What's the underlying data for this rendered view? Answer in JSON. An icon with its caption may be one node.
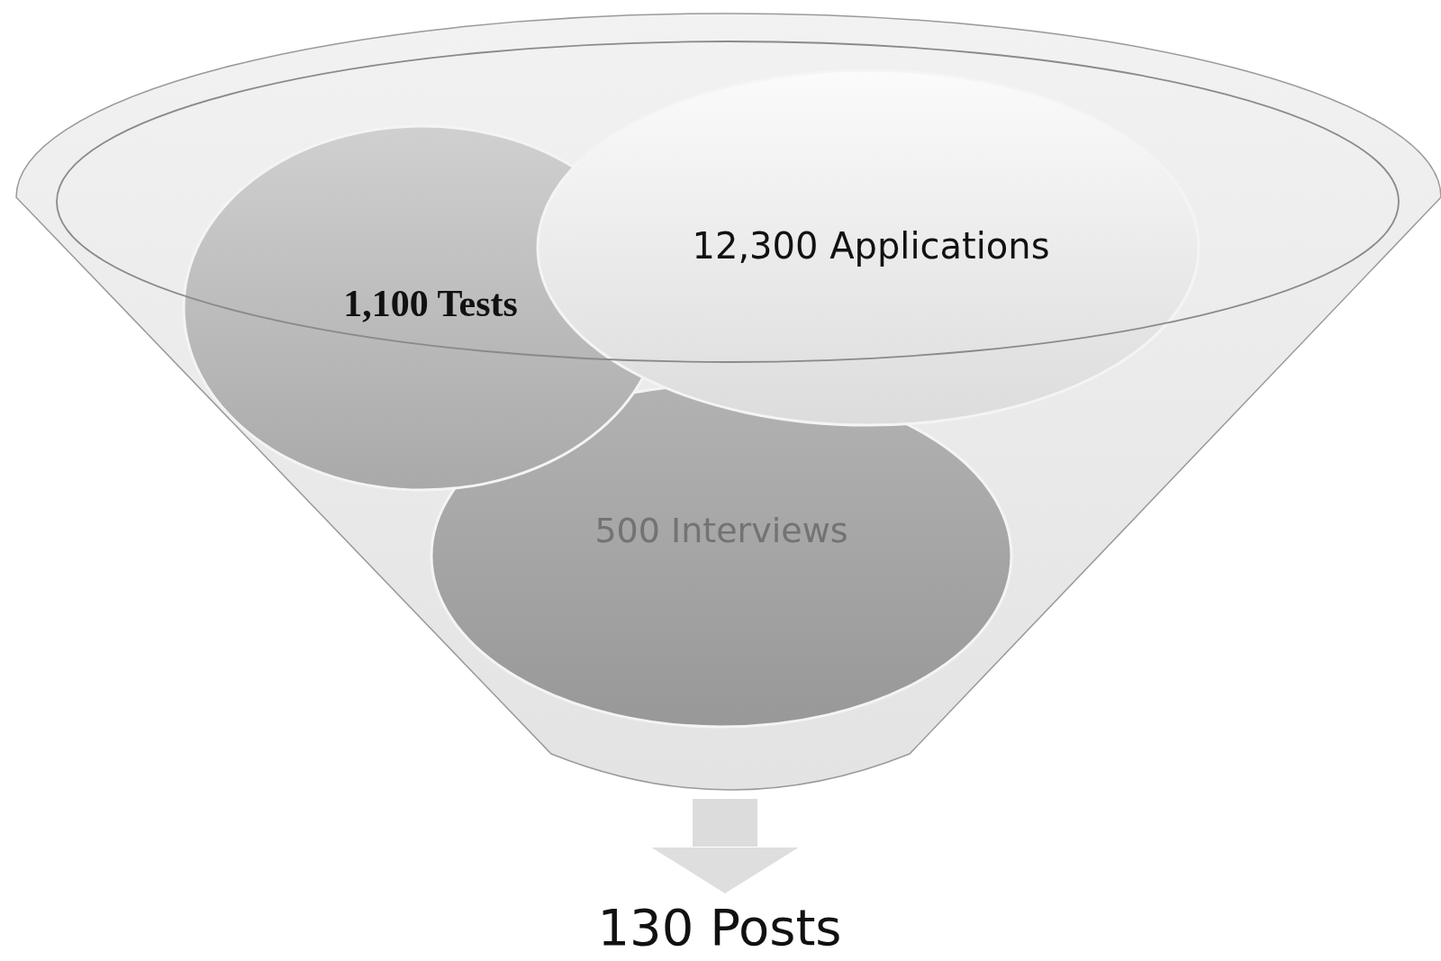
{
  "diagram": {
    "nodes": [
      {
        "text": [],
        "shape": "funnel"
      },
      {
        "text": [
          "12,300 Applications"
        ],
        "in": 0
      },
      {
        "text": [
          "1,100 Tests"
        ],
        "in": 0
      },
      {
        "text": [
          "500 Interviews"
        ],
        "in": 0
      },
      {
        "text": [
          "130 Posts"
        ]
      }
    ],
    "edges": [
      {
        "from": 0,
        "to": 4,
        "arrow": "to"
      }
    ]
  }
}
